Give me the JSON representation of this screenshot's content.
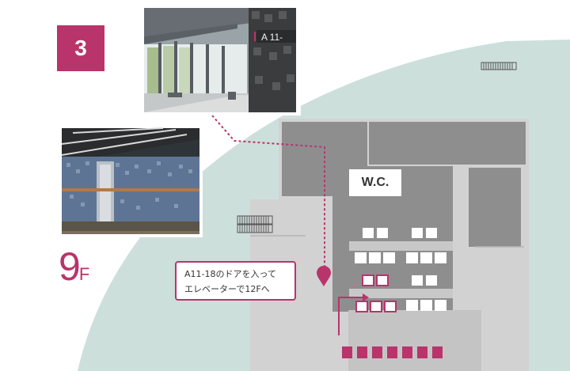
{
  "step": {
    "number": "3"
  },
  "floor": {
    "number": "9",
    "suffix": "F"
  },
  "map": {
    "restroom_label": "W.C.",
    "direction_note": {
      "line1": "A11-18のドアを入って",
      "line2": "エレベーターで12Fへ"
    },
    "colors": {
      "accent": "#b8346b",
      "ground": "#cddfdb",
      "floor_area": "#d2d2d2",
      "building_block": "#8e8e8e",
      "desk": "#ffffff"
    }
  },
  "photos": [
    {
      "subject": "glass lobby corridor",
      "sign_text": "A 11-"
    },
    {
      "subject": "mosaic tile wall with doorway"
    }
  ],
  "icons": [
    "location-pin-icon",
    "vent-grille-icon",
    "route-arrow-icon"
  ]
}
